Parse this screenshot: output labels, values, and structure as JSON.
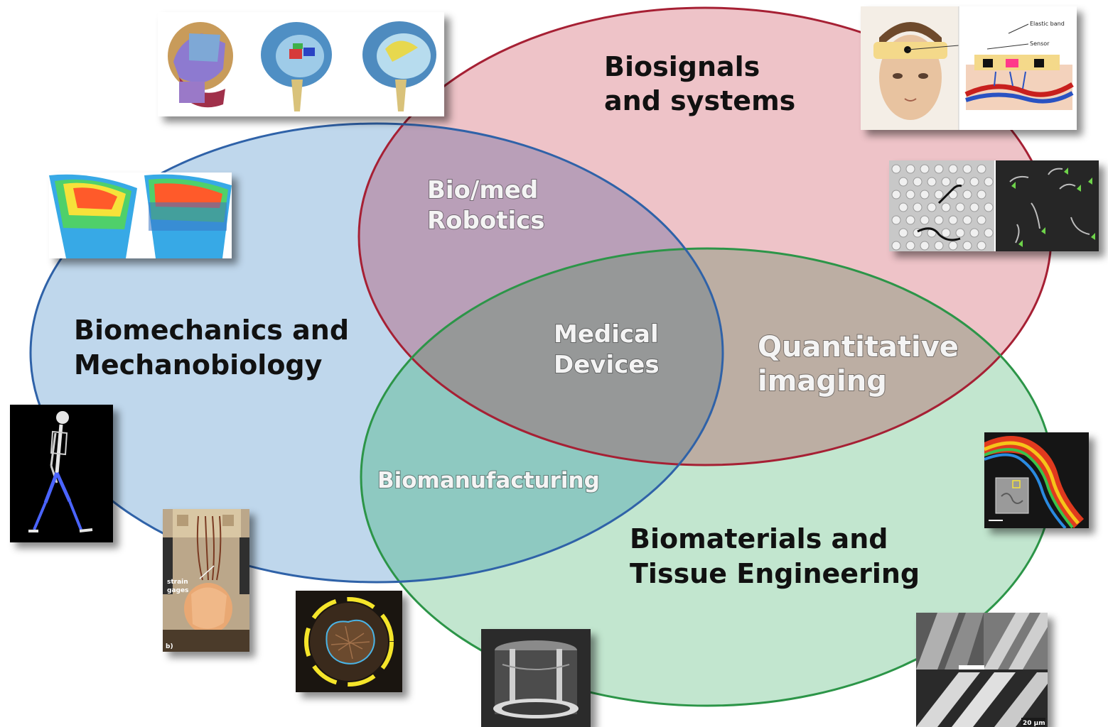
{
  "regions": {
    "biomechanics": {
      "line1": "Biomechanics and",
      "line2": "Mechanobiology",
      "fill": "#bfd7ec",
      "stroke": "#2f62a8"
    },
    "biosignals": {
      "line1": "Biosignals",
      "line2": "and systems",
      "fill": "#eec3c8",
      "stroke": "#a62034"
    },
    "biomaterials": {
      "line1": "Biomaterials and",
      "line2": "Tissue Engineering",
      "fill": "#c2e6cf",
      "stroke": "#2c9548"
    }
  },
  "overlaps": {
    "robotics": {
      "line1": "Bio/med",
      "line2": "Robotics",
      "fill": "#b99fb8"
    },
    "quantitative_imaging": {
      "line1": "Quantitative",
      "line2": "imaging",
      "fill": "#bcaea3"
    },
    "biomanufacturing": {
      "line1": "Biomanufacturing",
      "fill": "#8ec9c1"
    },
    "medical_devices": {
      "line1": "Medical",
      "line2": "Devices",
      "fill": "#969898"
    }
  },
  "image_labels": {
    "headband_elastic": "Elastic band",
    "headband_sensor": "Sensor",
    "strain_gauges_line1": "strain",
    "strain_gauges_line2": "gages",
    "strain_gauges_panel": "b)",
    "scale_bar": "20 µm"
  }
}
